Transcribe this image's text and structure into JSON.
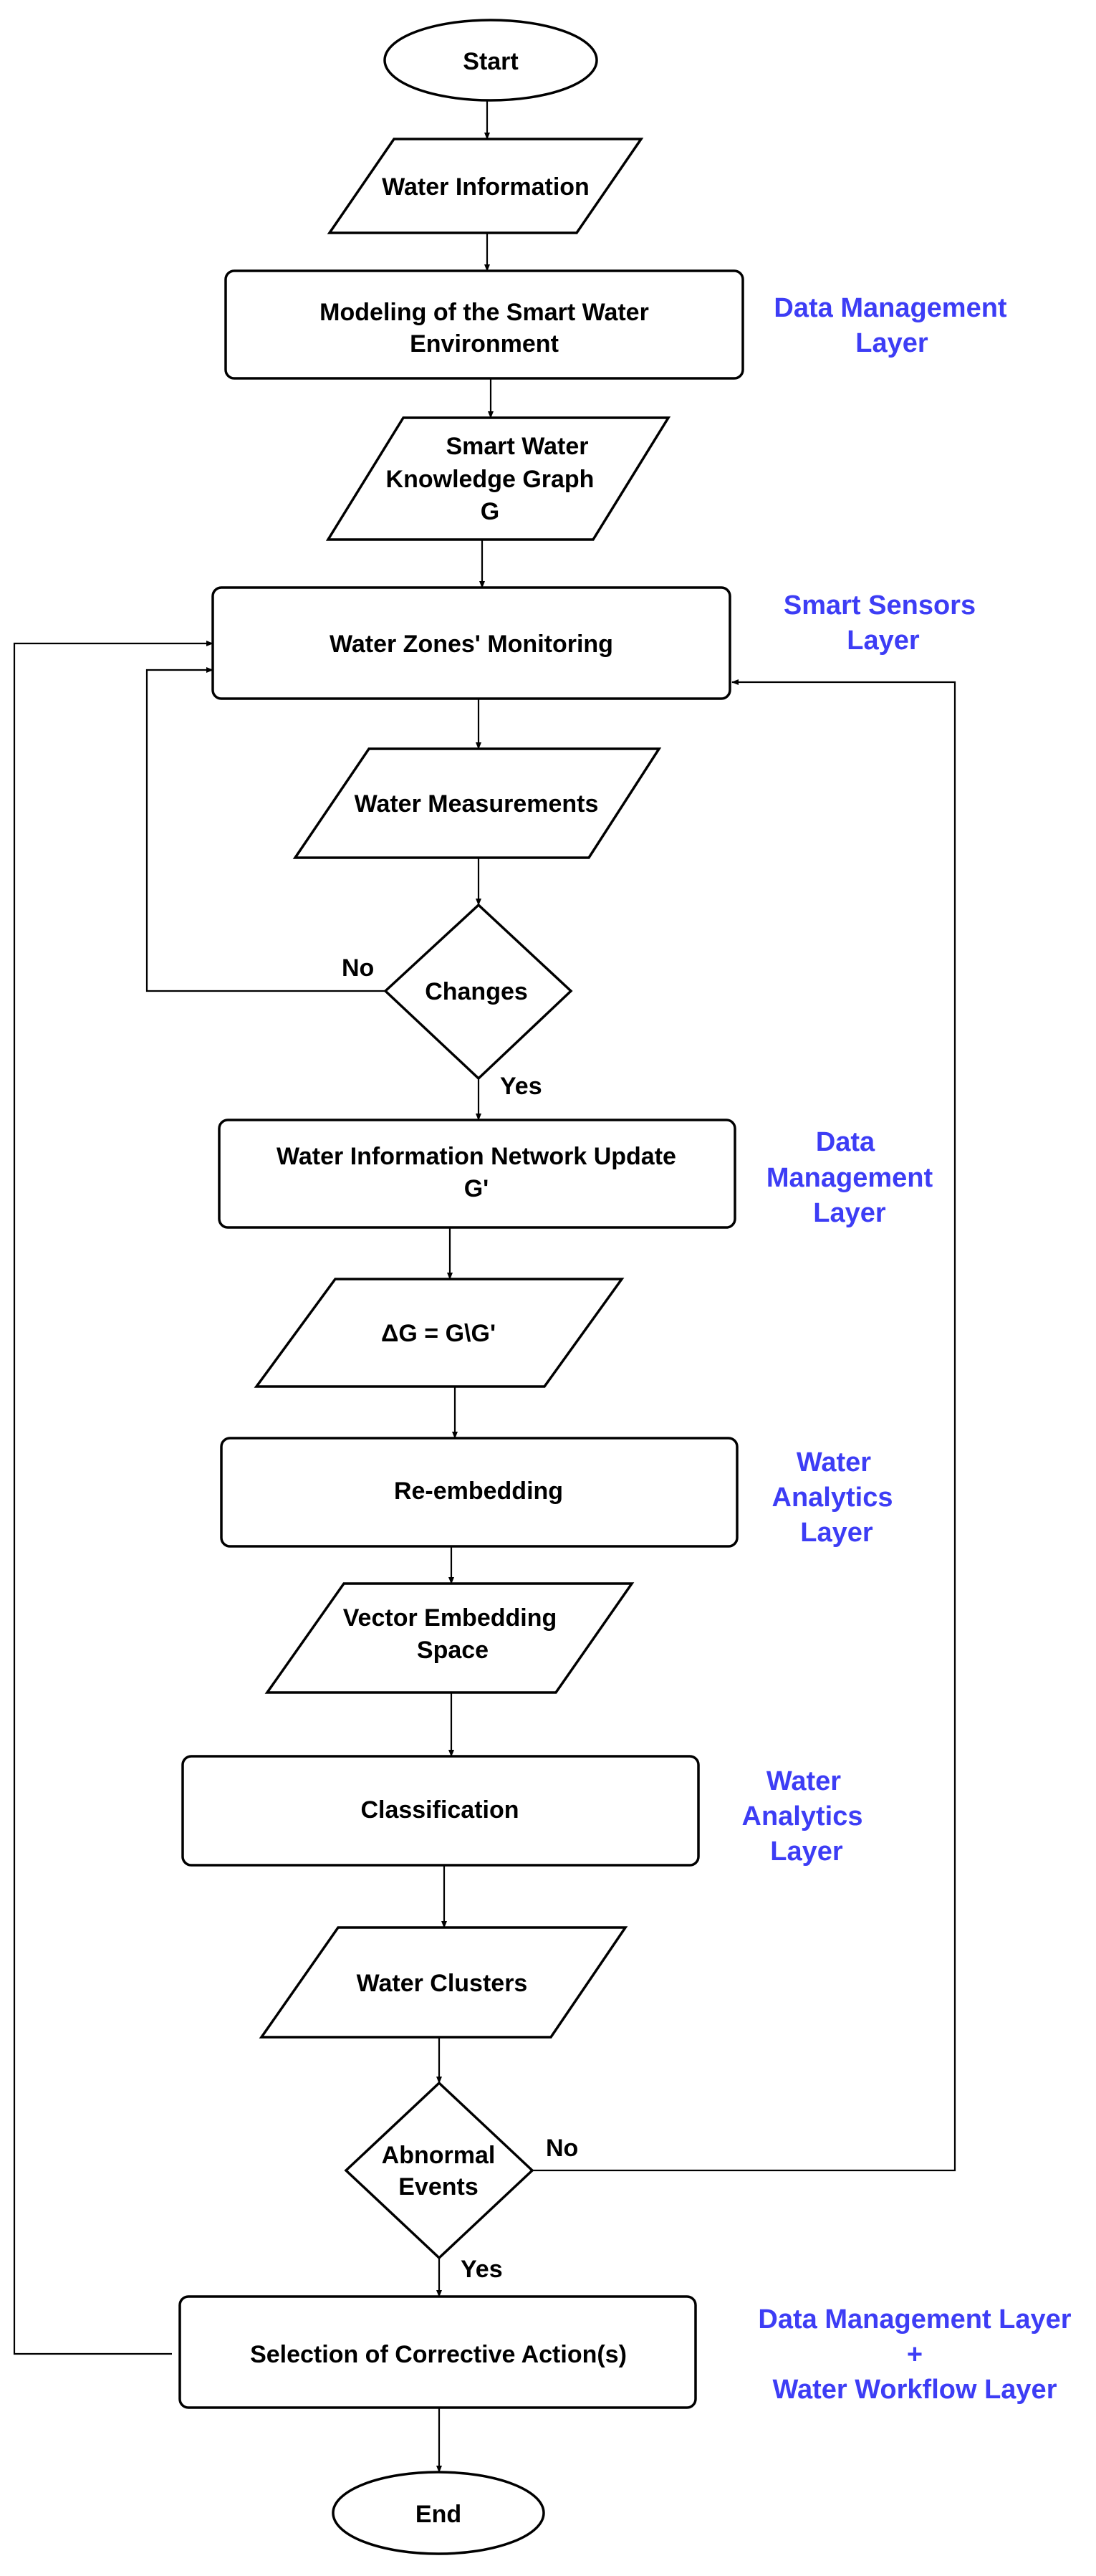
{
  "colors": {
    "layer": "#3d3df5",
    "stroke": "#000000"
  },
  "nodes": {
    "start": "Start",
    "water_information": "Water Information",
    "modeling": [
      "Modeling of the Smart Water",
      "Environment"
    ],
    "knowledge_graph": [
      "Smart Water",
      "Knowledge Graph",
      "G"
    ],
    "zones_monitoring": "Water Zones' Monitoring",
    "measurements": "Water Measurements",
    "changes": "Changes",
    "network_update": [
      "Water Information Network Update",
      "G'"
    ],
    "delta": "ΔG = G\\G'",
    "reembedding": "Re-embedding",
    "vector_space": [
      "Vector Embedding",
      "Space"
    ],
    "classification": "Classification",
    "clusters": "Water Clusters",
    "abnormal": [
      "Abnormal",
      "Events"
    ],
    "corrective": "Selection of Corrective Action(s)",
    "end": "End"
  },
  "edge_labels": {
    "changes_no": "No",
    "changes_yes": "Yes",
    "abnormal_no": "No",
    "abnormal_yes": "Yes"
  },
  "layers": {
    "data_mgmt_1": [
      "Data Management",
      "Layer"
    ],
    "smart_sensors": [
      "Smart Sensors",
      "Layer"
    ],
    "data_mgmt_2": [
      "Data",
      "Management",
      "Layer"
    ],
    "analytics_1": [
      "Water",
      "Analytics",
      "Layer"
    ],
    "analytics_2": [
      "Water",
      "Analytics",
      "Layer"
    ],
    "workflow": [
      "Data Management Layer",
      "+",
      "Water Workflow Layer"
    ]
  }
}
